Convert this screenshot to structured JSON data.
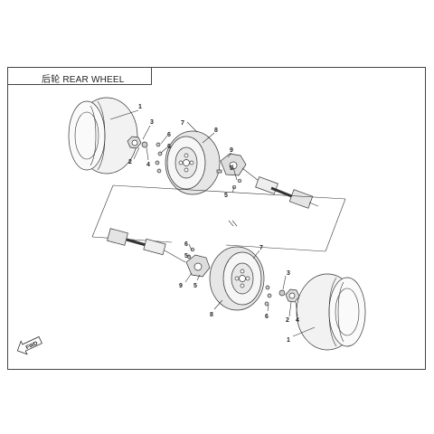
{
  "title": {
    "cn": "后轮",
    "en": "REAR WHEEL"
  },
  "direction_label": "FWD",
  "callouts_upper": [
    "1",
    "3",
    "2",
    "4",
    "7",
    "6",
    "6",
    "9",
    "5",
    "5",
    "8"
  ],
  "callouts_lower": [
    "7",
    "6",
    "5",
    "9",
    "5",
    "8",
    "3",
    "6",
    "2",
    "4",
    "1"
  ],
  "colors": {
    "line": "#333333",
    "tire_fill": "#f2f2f2",
    "rim_fill": "#e6e6e6",
    "background": "#ffffff"
  }
}
